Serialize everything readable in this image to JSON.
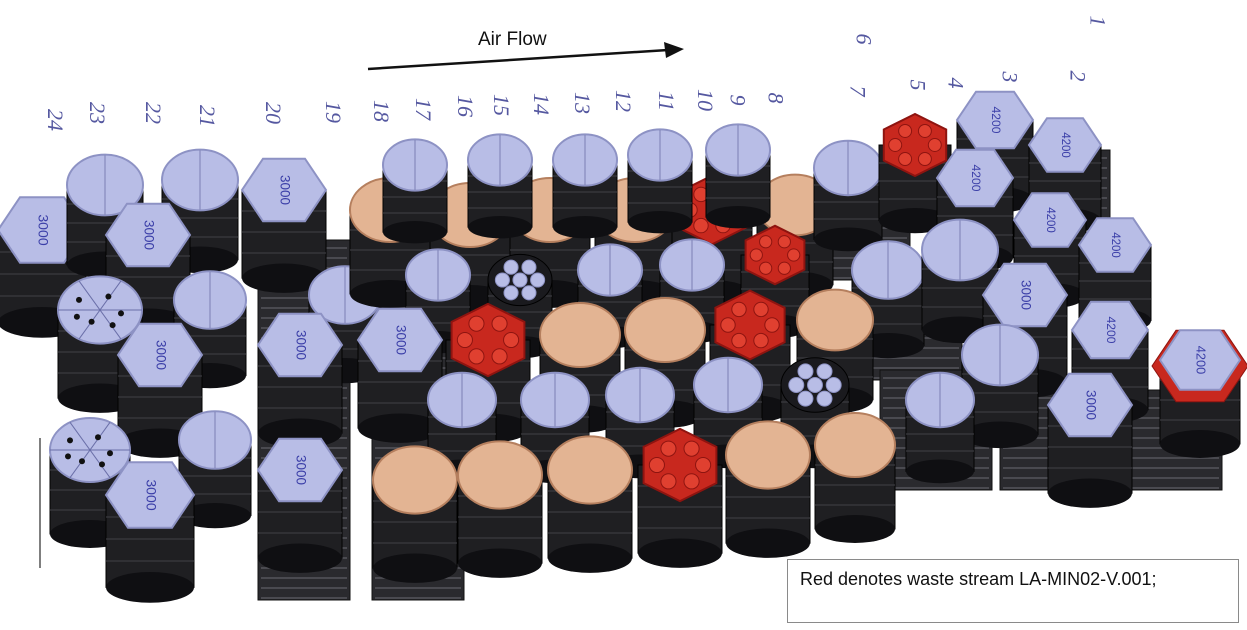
{
  "header": {
    "airflow_label": "Air Flow",
    "row_numbers": [
      "24",
      "23",
      "22",
      "21",
      "20",
      "19",
      "18",
      "17",
      "16",
      "15",
      "14",
      "13",
      "12",
      "11",
      "10",
      "9",
      "8",
      "7",
      "6",
      "5",
      "4",
      "3",
      "2",
      "1"
    ]
  },
  "legend": {
    "text": "Red denotes waste stream LA-MIN02-V.001;"
  },
  "canister_labels": {
    "a": "3000",
    "b": "4200"
  },
  "colors": {
    "lid": "#b8bde6",
    "lid_dark": "#8d92c4",
    "body": "#1f1f22",
    "red": "#c8281e",
    "red_dark": "#8e1410",
    "tan": "#e3b493",
    "tan_dark": "#b57f5e",
    "label_text": "#3b3fa8",
    "row_number_text": "#5558a0"
  }
}
